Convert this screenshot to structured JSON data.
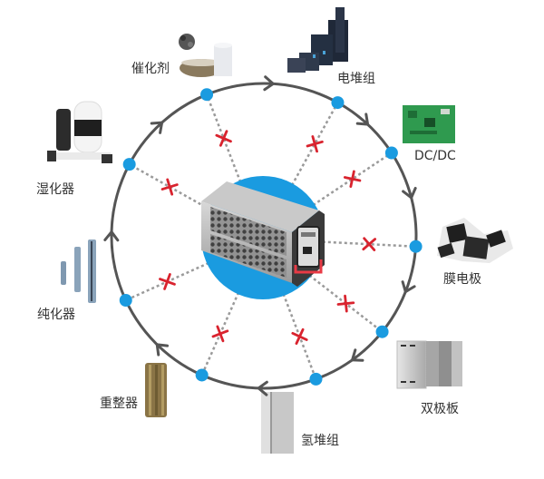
{
  "diagram": {
    "center": {
      "name": "fuel-cell-system",
      "disk_color": "#1a9be0"
    },
    "ring_color": "#555555",
    "node_color": "#1a9be0",
    "link_color": "#9a9a9a",
    "cross_color": "#d9232e",
    "flow_direction": "clockwise",
    "components": [
      {
        "id": "catalyst",
        "label": "催化剂"
      },
      {
        "id": "stack-module",
        "label": "电堆组"
      },
      {
        "id": "dcdc",
        "label": "DC/DC"
      },
      {
        "id": "mea",
        "label": "膜电极"
      },
      {
        "id": "bipolar-plate",
        "label": "双极板"
      },
      {
        "id": "hydrogen-stack",
        "label": "氢堆组"
      },
      {
        "id": "reformer",
        "label": "重整器"
      },
      {
        "id": "purifier",
        "label": "纯化器"
      },
      {
        "id": "humidifier",
        "label": "湿化器"
      }
    ]
  }
}
